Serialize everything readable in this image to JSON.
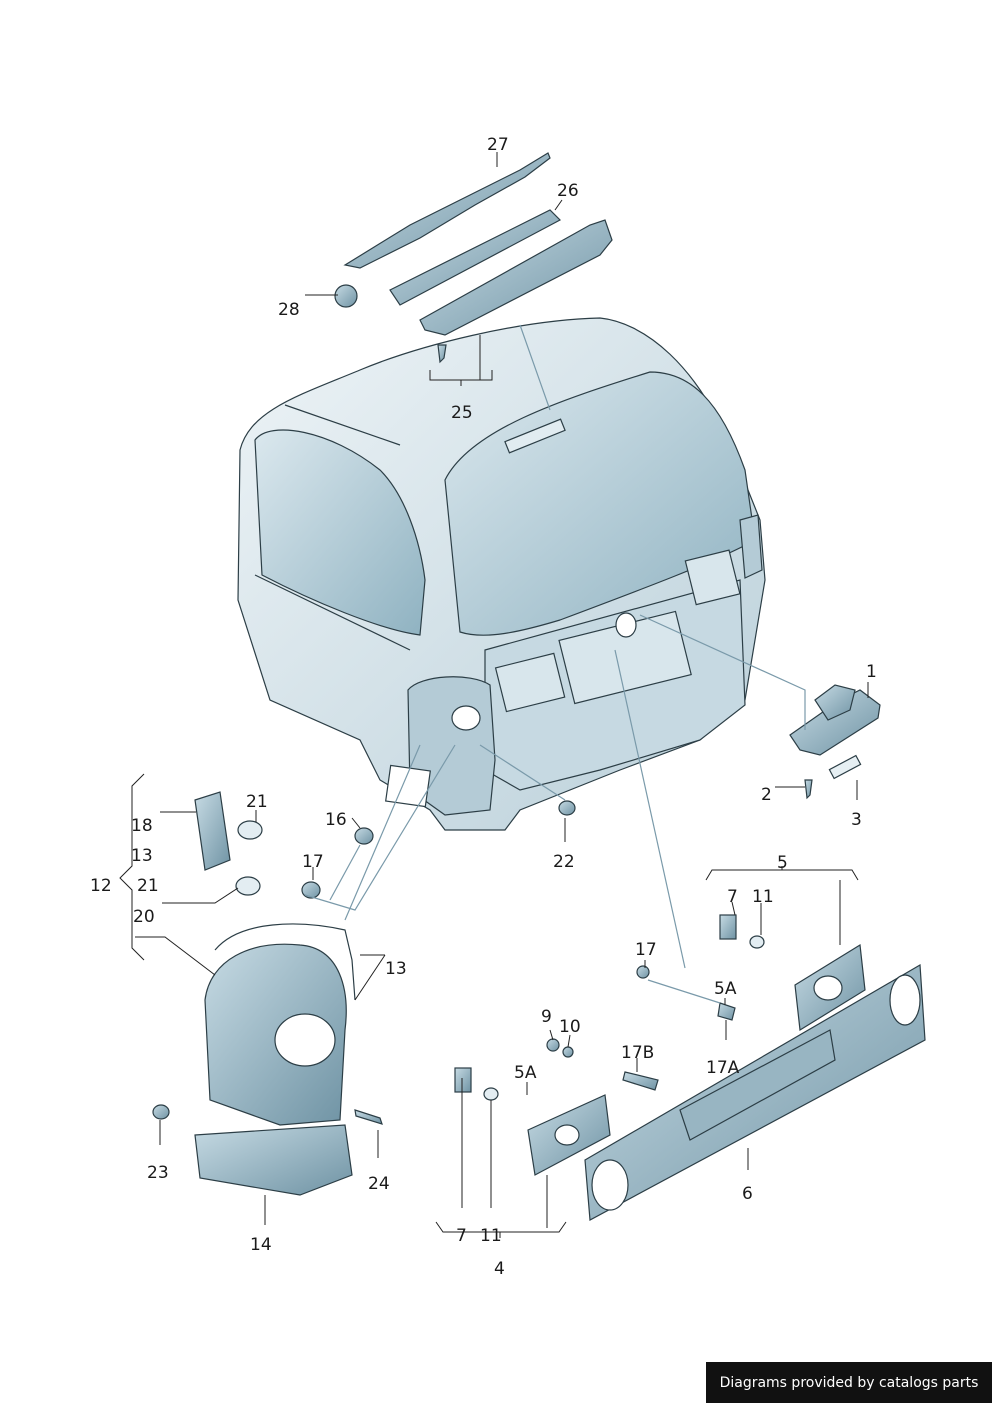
{
  "callouts": {
    "c1": "1",
    "c2": "2",
    "c3": "3",
    "c4": "4",
    "c5": "5",
    "c5a_right": "5A",
    "c5a_left": "5A",
    "c6": "6",
    "c7_left": "7",
    "c7_right": "7",
    "c9": "9",
    "c10": "10",
    "c11_left": "11",
    "c11_right": "11",
    "c12": "12",
    "c13_a": "13",
    "c13_b": "13",
    "c14": "14",
    "c16": "16",
    "c17_a": "17",
    "c17_b": "17",
    "c17a": "17A",
    "c17b": "17B",
    "c18": "18",
    "c20": "20",
    "c21_a": "21",
    "c21_b": "21",
    "c22": "22",
    "c23": "23",
    "c24": "24",
    "c25": "25",
    "c26": "26",
    "c27": "27",
    "c28": "28"
  },
  "credit": "Diagrams provided by catalogs parts",
  "colors": {
    "panel": "#cfdfe6",
    "panel_dark": "#8fb0bf",
    "glass": "#a9c4cf",
    "ink": "#2c3e46"
  }
}
